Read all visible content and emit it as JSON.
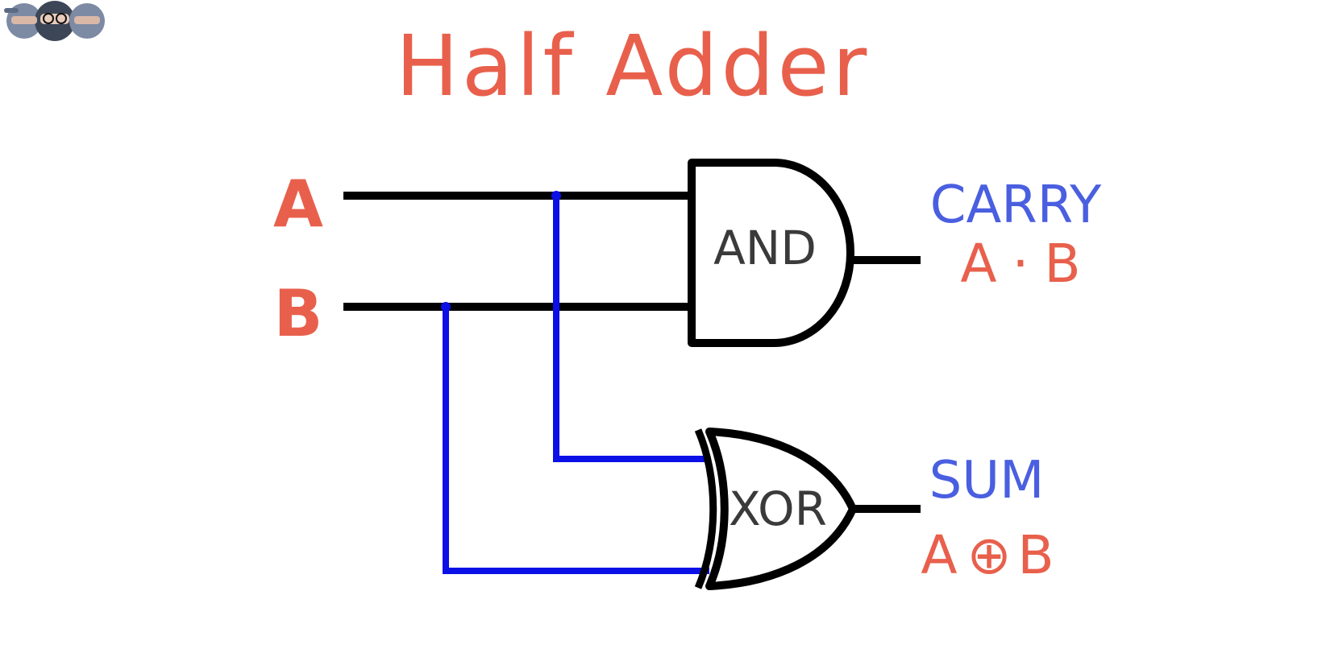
{
  "diagram": {
    "title": "Half Adder",
    "inputs": {
      "a": "A",
      "b": "B"
    },
    "gates": {
      "and": "AND",
      "xor": "XOR"
    },
    "outputs": {
      "carry": {
        "name": "CARRY",
        "expr_left": "A",
        "expr_op": "·",
        "expr_right": "B"
      },
      "sum": {
        "name": "SUM",
        "expr_left": "A",
        "expr_op": "⊕",
        "expr_right": "B"
      }
    },
    "colors": {
      "title": "#e8604c",
      "output_name": "#4a5fe0",
      "blue_wire": "#0a10e6",
      "black_wire": "#000000"
    },
    "logo_icon": "three-ninja-faces-logo"
  }
}
